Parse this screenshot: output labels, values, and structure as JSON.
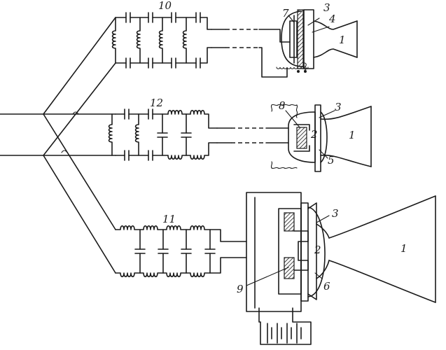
{
  "labels": {
    "filter_top": "10",
    "filter_middle": "12",
    "filter_bottom": "11",
    "horn_top": "1",
    "horn_middle": "1",
    "horn_bottom": "1",
    "chamber_middle": "2",
    "chamber_bottom": "2",
    "housing_top": "3",
    "housing_middle": "3",
    "housing_bottom": "3",
    "part_4": "4",
    "part_5": "5",
    "part_6": "6",
    "part_7": "7",
    "part_8": "8",
    "part_9": "9"
  },
  "colors": {
    "ink": "#1a1a1a",
    "paper": "#ffffff"
  }
}
